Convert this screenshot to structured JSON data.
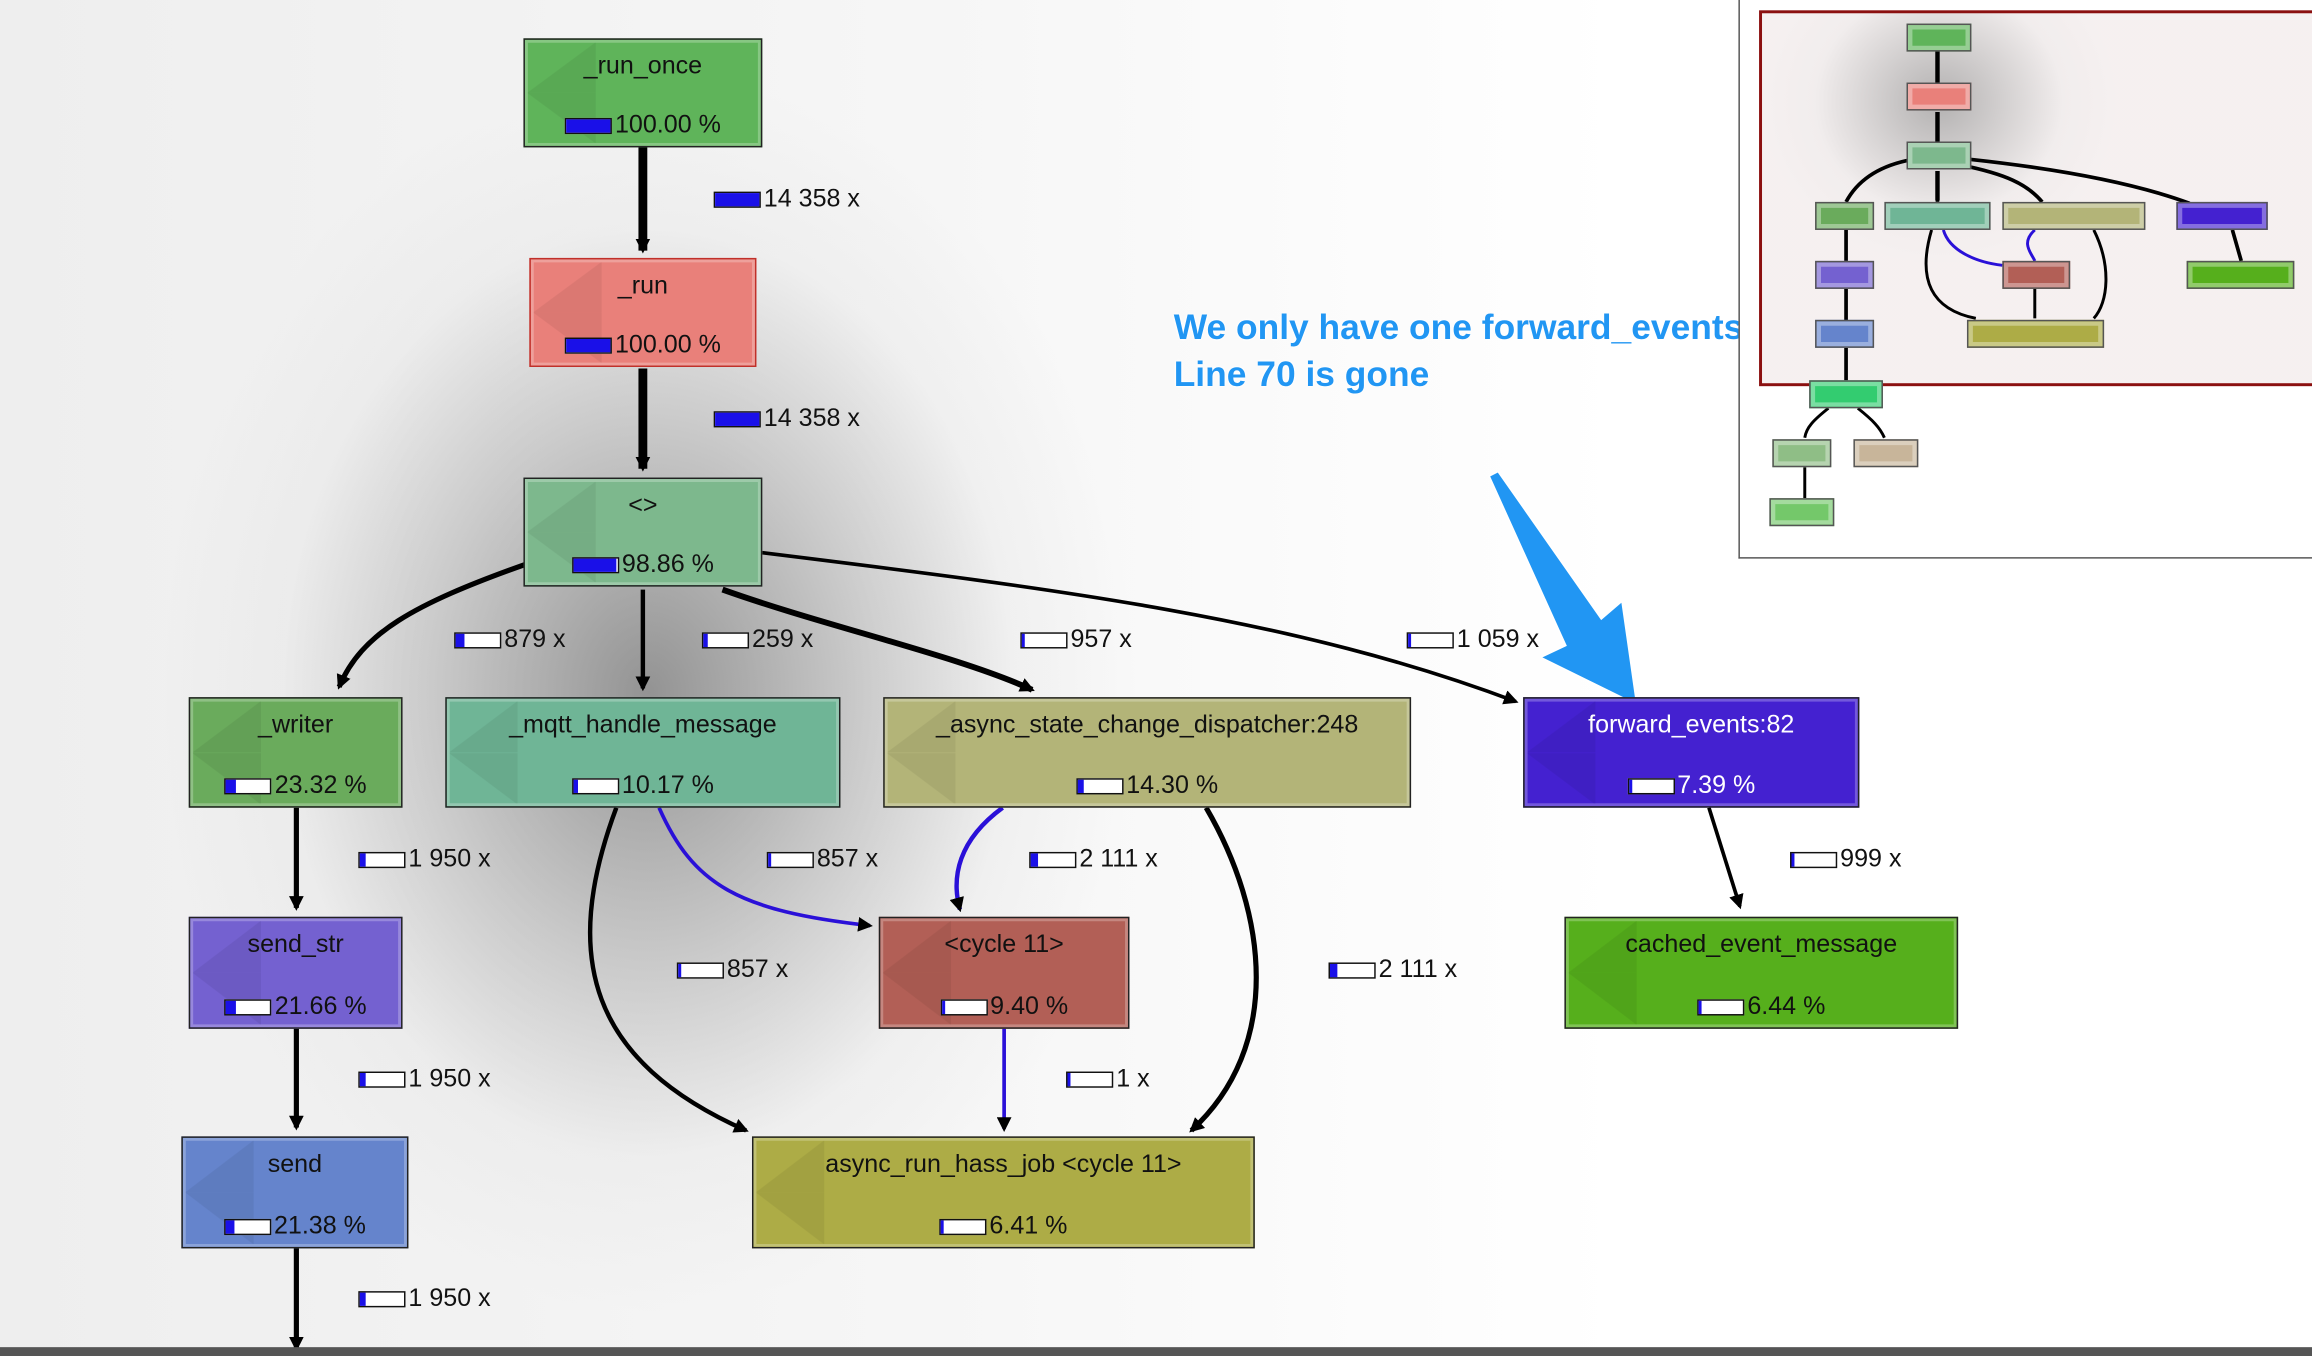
{
  "nodes": {
    "run_once": {
      "name": "_run_once",
      "pct": "100.00 %",
      "fill": 1.0,
      "color": "#5fb45a"
    },
    "run": {
      "name": "_run",
      "pct": "100.00 %",
      "fill": 1.0,
      "color": "#e9807a"
    },
    "anon": {
      "name": "<>",
      "pct": "98.86 %",
      "fill": 0.99,
      "color": "#7db88d"
    },
    "writer": {
      "name": "_writer",
      "pct": "23.32 %",
      "fill": 0.23,
      "color": "#6aab5c"
    },
    "mqtt": {
      "name": "_mqtt_handle_message",
      "pct": "10.17 %",
      "fill": 0.1,
      "color": "#6fb596"
    },
    "async_dispatch": {
      "name": "_async_state_change_dispatcher:248",
      "pct": "14.30 %",
      "fill": 0.14,
      "color": "#b3b478"
    },
    "forward": {
      "name": "forward_events:82",
      "pct": "7.39 %",
      "fill": 0.07,
      "color": "#4421d0"
    },
    "send_str": {
      "name": "send_str",
      "pct": "21.66 %",
      "fill": 0.22,
      "color": "#7461d0"
    },
    "cycle11": {
      "name": "<cycle 11>",
      "pct": "9.40 %",
      "fill": 0.09,
      "color": "#b25f56"
    },
    "cached": {
      "name": "cached_event_message",
      "pct": "6.44 %",
      "fill": 0.06,
      "color": "#56af1c"
    },
    "send": {
      "name": "send",
      "pct": "21.38 %",
      "fill": 0.21,
      "color": "#6584cc"
    },
    "async_run": {
      "name": "async_run_hass_job <cycle 11>",
      "pct": "6.41 %",
      "fill": 0.06,
      "color": "#adac46"
    }
  },
  "edges": {
    "e_run_once_run": {
      "label": "14 358 x",
      "fill": 1.0
    },
    "e_run_anon": {
      "label": "14 358 x",
      "fill": 1.0
    },
    "e_anon_writer": {
      "label": "879 x",
      "fill": 0.2
    },
    "e_anon_mqtt": {
      "label": "259 x",
      "fill": 0.1
    },
    "e_anon_dispatch": {
      "label": "957 x",
      "fill": 0.06
    },
    "e_anon_forward": {
      "label": "1 059 x",
      "fill": 0.07
    },
    "e_writer_sendstr": {
      "label": "1 950 x",
      "fill": 0.14
    },
    "e_mqtt_cycle": {
      "label": "857 x",
      "fill": 0.06
    },
    "e_dispatch_cycle": {
      "label": "2 111 x",
      "fill": 0.15
    },
    "e_forward_cached": {
      "label": "999 x",
      "fill": 0.07
    },
    "e_mqtt_asyncrun": {
      "label": "857 x",
      "fill": 0.06
    },
    "e_dispatch_asyncrun": {
      "label": "2 111 x",
      "fill": 0.15
    },
    "e_sendstr_send": {
      "label": "1 950 x",
      "fill": 0.14
    },
    "e_cycle_asyncrun": {
      "label": "1 x",
      "fill": 0.02
    },
    "e_send_out": {
      "label": "1 950 x",
      "fill": 0.14
    }
  },
  "annotation": {
    "line1": "We only have one forward_events now",
    "line2": "Line 70 is gone",
    "color": "#2196f3"
  },
  "minimap": {
    "viewport_color": "#8b1010"
  }
}
